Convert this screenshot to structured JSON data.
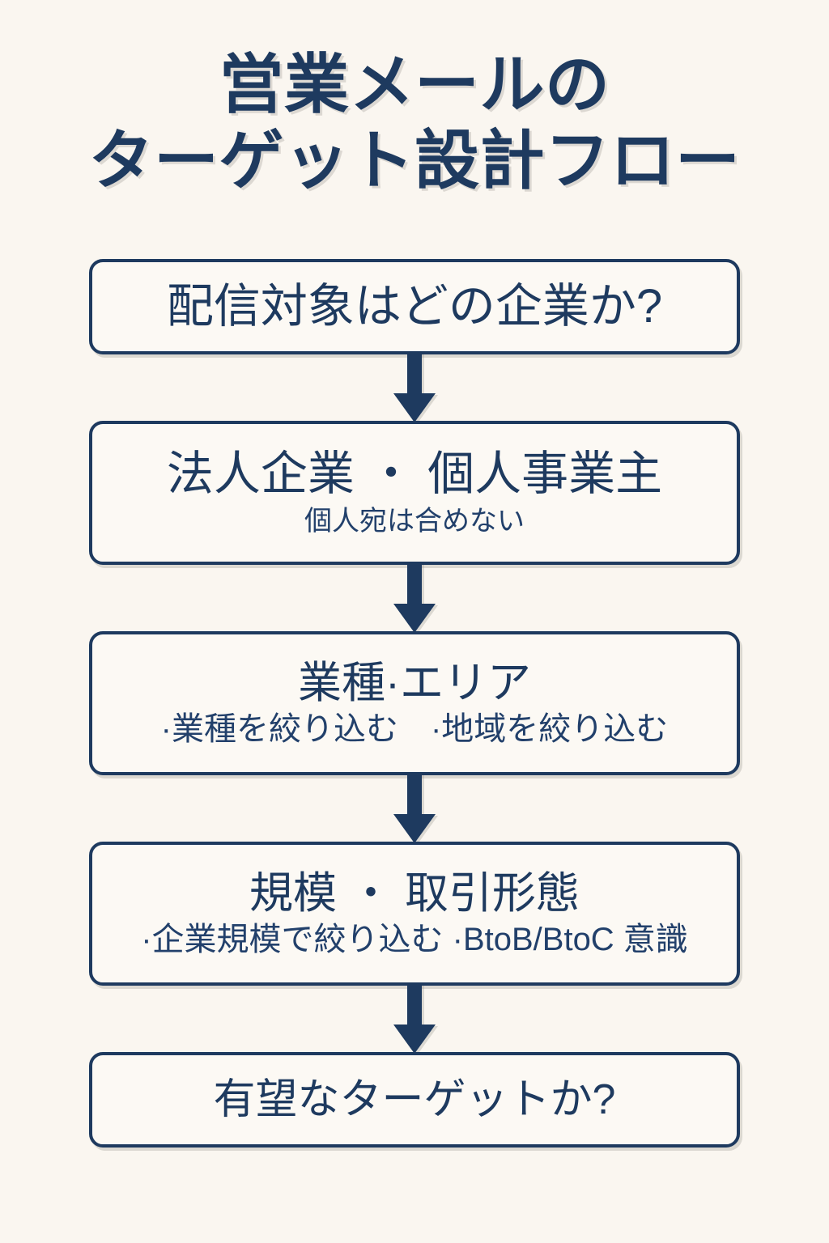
{
  "background_color": "#faf6f0",
  "accent_color": "#1e3a5f",
  "node_fill_color": "#fcf9f4",
  "title": {
    "line1": "営業メールの",
    "line2": "ターゲット設計フロー"
  },
  "flow": {
    "nodes": [
      {
        "id": "target-question",
        "title": "配信対象はどの企業か?",
        "subtitle": ""
      },
      {
        "id": "corporate-or-sole-proprietor",
        "title": "法人企業 ・ 個人事業主",
        "subtitle": "個人宛は合めない"
      },
      {
        "id": "industry-area",
        "title": "業種·エリア",
        "subtitle": "·業種を絞り込む　·地域を絞り込む"
      },
      {
        "id": "scale-transaction-type",
        "title": "規模 ・ 取引形態",
        "subtitle": "·企業規模で絞り込む ·BtoB/BtoC 意識"
      },
      {
        "id": "promising-target-question",
        "title": "有望なターゲットか?",
        "subtitle": ""
      }
    ],
    "connector": "down-arrow"
  }
}
